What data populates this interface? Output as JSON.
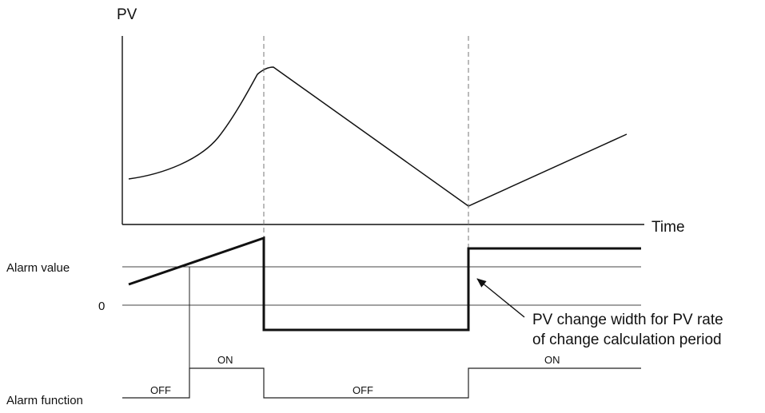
{
  "labels": {
    "pv": "PV",
    "time": "Time",
    "alarm_value": "Alarm value",
    "zero": "0",
    "alarm_function": "Alarm function",
    "annotation_line1": "PV change width for PV rate",
    "annotation_line2": "of change calculation period"
  },
  "states": {
    "off_1": "OFF",
    "on_1": "ON",
    "off_2": "OFF",
    "on_2": "ON"
  },
  "colors": {
    "line": "#111111",
    "guide": "#777777",
    "background": "#ffffff"
  }
}
